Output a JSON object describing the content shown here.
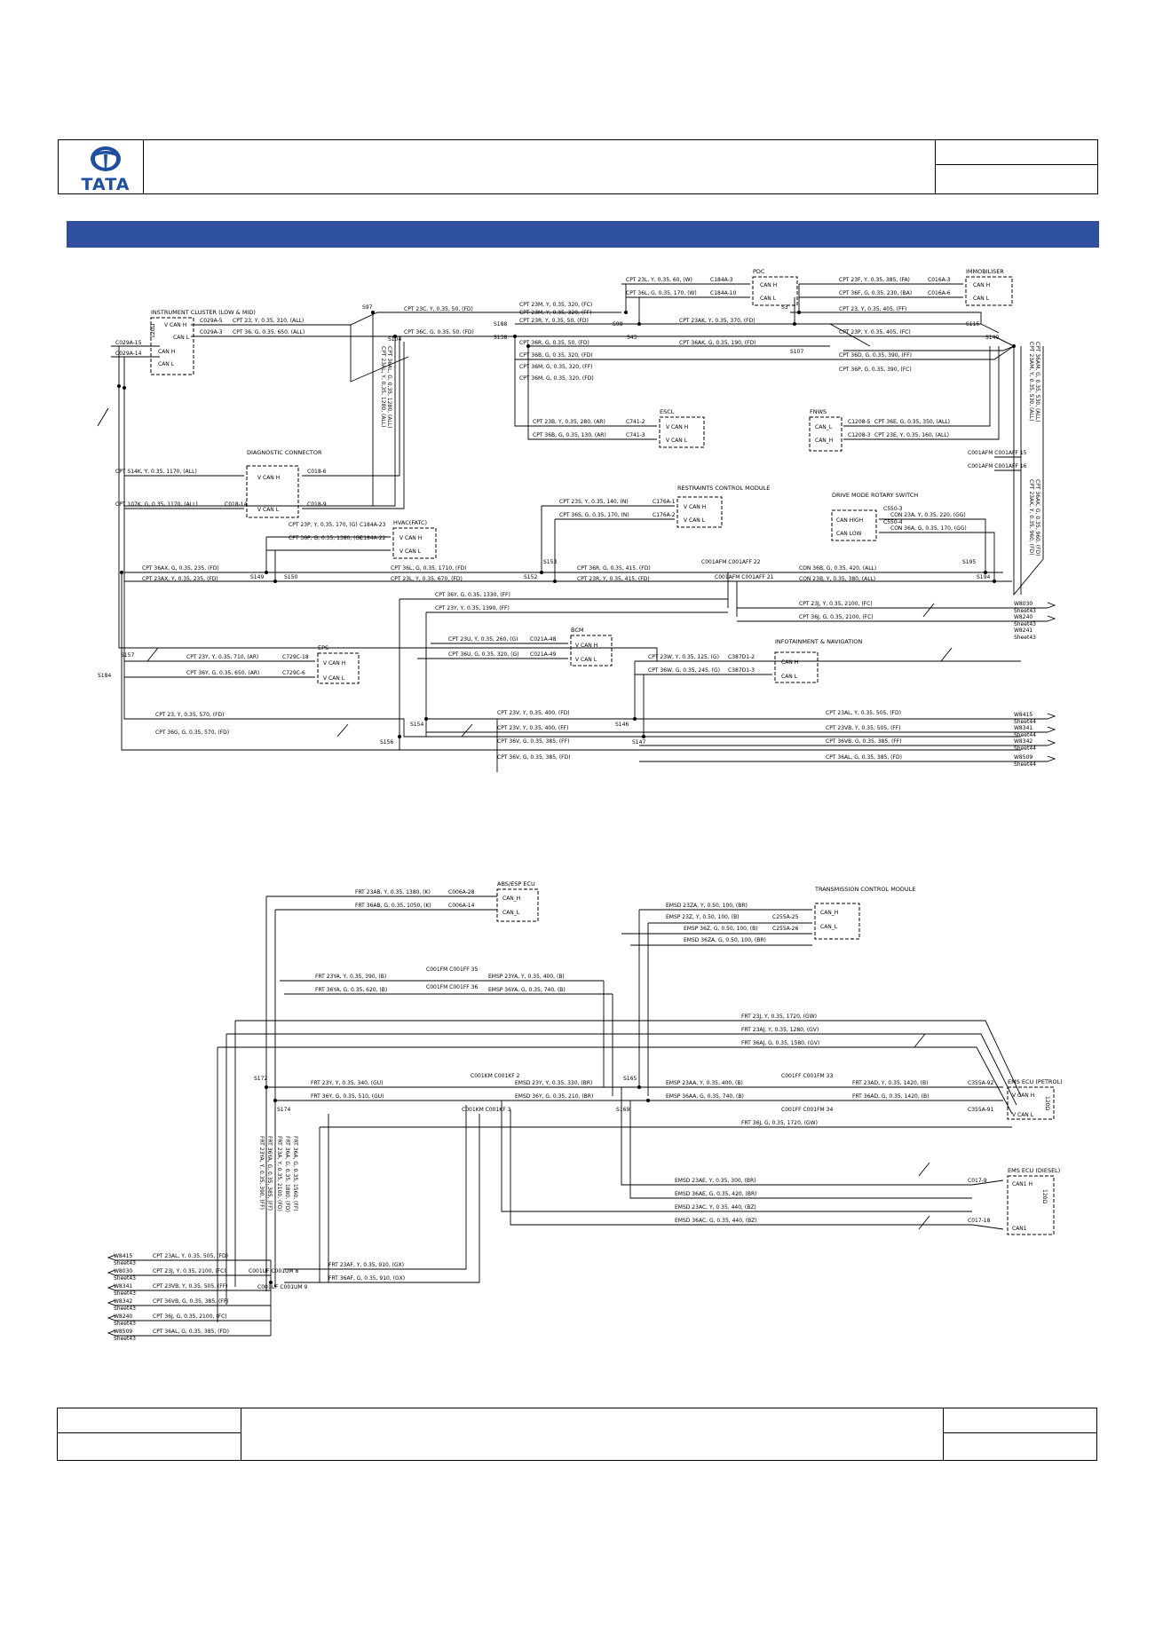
{
  "header": {
    "logo_text": "TATA",
    "colors": {
      "title_bar": "#2f4f9f",
      "logo": "#1f4fa0"
    }
  },
  "diagram_top": {
    "modules": {
      "ic": {
        "title": "INSTRUMENT CLUSTER (LOW & MID)",
        "pins": [
          "V CAN H",
          "CAN L",
          "CAN H",
          "CAN L"
        ],
        "res": "120Ω"
      },
      "diag": {
        "title": "DIAGNOSTIC CONNECTOR",
        "pins": [
          "V CAN H",
          "V CAN L"
        ]
      },
      "pdc": {
        "title": "PDC",
        "pins": [
          "CAN H",
          "CAN L"
        ]
      },
      "immob": {
        "title": "IMMOBILISER",
        "pins": [
          "CAN H",
          "CAN L"
        ]
      },
      "escl": {
        "title": "ESCL",
        "pins": [
          "V CAN H",
          "V CAN L"
        ]
      },
      "fnws": {
        "title": "FNWS",
        "pins": [
          "CAN_L",
          "CAN_H"
        ]
      },
      "hvac": {
        "title": "HVAC(FATC)",
        "pins": [
          "V CAN H",
          "V CAN L"
        ]
      },
      "rcm": {
        "title": "RESTRAINTS CONTROL MODULE",
        "pins": [
          "V CAN H",
          "V CAN L"
        ]
      },
      "dms": {
        "title": "DRIVE MODE ROTARY SWITCH",
        "pins": [
          "CAN HIGH",
          "CAN LOW"
        ]
      },
      "eps": {
        "title": "EPS",
        "pins": [
          "V CAN H",
          "V CAN L"
        ]
      },
      "bcm": {
        "title": "BCM",
        "pins": [
          "V CAN H",
          "V CAN L"
        ]
      },
      "info": {
        "title": "INFOTAINMENT & NAVIGATION",
        "pins": [
          "CAN H",
          "CAN L"
        ]
      }
    },
    "wires": [
      "CPT 23, Y, 0.35, 310, (ALL)",
      "CPT 36, G, 0.35, 650, (ALL)",
      "CPT 23C, Y, 0.35, 50, (FD)",
      "CPT 36C, G, 0.35, 50, (FD)",
      "CPT 23L, Y, 0.35, 60, (W)",
      "CPT 36L, G, 0.35, 170, (W)",
      "CPT 23M, Y, 0.35, 320, (FC)",
      "CPT 23M, Y, 0.35, 320, (FF)",
      "CPT 23R, Y, 0.35, 50, (FD)",
      "CPT 36R, G, 0.35, 50, (FD)",
      "CPT 23AK, Y, 0.35, 370, (FD)",
      "CPT 36AK, G, 0.35, 190, (FD)",
      "CPT 36B, G, 0.35, 320, (FD)",
      "CPT 36M, G, 0.35, 320, (FF)",
      "CPT 36M, G, 0.35, 320, (FD)",
      "CPT 23F, Y, 0.35, 385, (FA)",
      "CPT 36F, G, 0.35, 230, (BA)",
      "CPT 23, Y, 0.35, 405, (FF)",
      "CPT 23P, Y, 0.35, 405, (FC)",
      "CPT 36D, G, 0.35, 390, (FF)",
      "CPT 36P, G, 0.35, 390, (FC)",
      "CPT 23B, Y, 0.35, 280, (AR)",
      "CPT 36B, G, 0.35, 130, (AR)",
      "CPT 36E, G, 0.35, 350, (ALL)",
      "CPT 23E, Y, 0.35, 160, (ALL)",
      "CPT S14K, Y, 0.35, 1170, (ALL)",
      "CPT 107K, G, 0.35, 1170, (ALL)",
      "CPT 23S, Y, 0.35, 140, (N)",
      "CPT 36S, G, 0.35, 170, (N)",
      "CPT 23P, Y, 0.35, 170, (G)",
      "CPT 36P, G, 0.35, 1380, (G)",
      "CON 23A, Y, 0.35, 220, (GG)",
      "CON 36A, G, 0.35, 170, (GG)",
      "CPT 36AX, G, 0.35, 235, (FD)",
      "CPT 36L, G, 0.35, 1710, (FD)",
      "CPT 36R, G, 0.35, 415, (FD)",
      "CON 36B, G, 0.35, 420, (ALL)",
      "CPT 23AX, Y, 0.35, 235, (FD)",
      "CPT 23L, Y, 0.35, 670, (FD)",
      "CPT 23R, Y, 0.35, 415, (FD)",
      "CON 23B, Y, 0.35, 380, (ALL)",
      "CPT 23J, Y, 0.35, 2100, (FC)",
      "CPT 36J, G, 0.35, 2100, (FC)",
      "CPT 36Y, G, 0.35, 1330, (FF)",
      "CPT 23Y, Y, 0.35, 1390, (FF)",
      "CPT 23Y, Y, 0.35, 710, (AR)",
      "CPT 36Y, G, 0.35, 650, (AR)",
      "CPT 23U, Y, 0.35, 260, (G)",
      "CPT 36U, G, 0.35, 320, (G)",
      "CPT 23W, Y, 0.35, 125, (G)",
      "CPT 36W, G, 0.35, 245, (G)",
      "CPT 23, Y, 0.35, 570, (FD)",
      "CPT 36G, G, 0.35, 570, (FD)",
      "CPT 23V, Y, 0.35, 400, (FD)",
      "CPT 23V, Y, 0.35, 400, (FF)",
      "CPT 36V, G, 0.35, 385, (FF)",
      "CPT 36V, G, 0.35, 385, (FD)",
      "CPT 23AL, Y, 0.35, 505, (FD)",
      "CPT 23VB, Y, 0.35, 505, (FF)",
      "CPT 36VB, G, 0.35, 385, (FF)",
      "CPT 36AL, G, 0.35, 385, (FD)",
      "CPT 23AL, Y, 0.35, 1280, (ALL)",
      "CPT 36AL, G, 0.35, 1280, (ALL)",
      "CPT 23AM, Y, 0.35, 530, (ALL)",
      "CPT 36AM, G, 0.35, 530, (ALL)",
      "CPT 23AK, Y, 0.35, 960, (FD)",
      "CPT 36AK, G, 0.35, 960, (FD)"
    ],
    "splices": [
      "S97",
      "S104",
      "S188",
      "S138",
      "S98",
      "S43",
      "S3",
      "S107",
      "S115",
      "S140",
      "S149",
      "S150",
      "S153",
      "S152",
      "S195",
      "S194",
      "S157",
      "S184",
      "S154",
      "S156",
      "S146",
      "S147"
    ],
    "connectors": [
      "C029A-15",
      "C029A-14",
      "C029A-5",
      "C029A-3",
      "C018-6",
      "C018-14",
      "C018-9",
      "C184A-3",
      "C184A-10",
      "C016A-3",
      "C016A-6",
      "C741-2",
      "C741-3",
      "C1208-5",
      "C1208-3",
      "C001AFM C001AFF 15",
      "C001AFM C001AFF 16",
      "C184A-23",
      "C184A-22",
      "C176A-1",
      "C176A-2",
      "C550-3",
      "C550-4",
      "C001AFM C001AFF 22",
      "C001AFM C001AFF 21",
      "C729C-18",
      "C729C-6",
      "C021A-48",
      "C021A-49",
      "C387D1-2",
      "C387D1-3"
    ],
    "refs": [
      {
        "id": "W8030",
        "sheet": "Sheet43"
      },
      {
        "id": "W8240",
        "sheet": "Sheet43"
      },
      {
        "id": "W8241",
        "sheet": "Sheet43"
      },
      {
        "id": "W8415",
        "sheet": "Sheet44"
      },
      {
        "id": "W8341",
        "sheet": "Sheet44"
      },
      {
        "id": "W8342",
        "sheet": "Sheet44"
      },
      {
        "id": "W8509",
        "sheet": "Sheet44"
      }
    ]
  },
  "diagram_bottom": {
    "modules": {
      "abs": {
        "title": "ABS/ESP ECU",
        "pins": [
          "CAN_H",
          "CAN_L"
        ]
      },
      "tcm": {
        "title": "TRANSMISSION CONTROL MODULE",
        "pins": [
          "CAN_H",
          "CAN_L"
        ]
      },
      "ems_p": {
        "title": "EMS ECU (PETROL)",
        "pins": [
          "V CAN H",
          "V CAN L"
        ],
        "res": "120Ω"
      },
      "ems_d": {
        "title": "EMS ECU (DIESEL)",
        "pins": [
          "CAN1 H",
          "CAN1"
        ],
        "res": "120Ω"
      }
    },
    "wires": [
      "FRT 23AB, Y, 0.35, 1380, (K)",
      "FRT 36AB, G, 0.35, 1050, (K)",
      "EMSD 23ZA, Y, 0.50, 100, (BR)",
      "EMSP 23Z, Y, 0.50, 100, (B)",
      "EMSP 36Z, G, 0.50, 100, (B)",
      "EMSD 36ZA, G, 0.50, 100, (BR)",
      "FRT 23YA, Y, 0.35, 390, (B)",
      "EMSP 23YA, Y, 0.35, 400, (B)",
      "FRT 36YA, G, 0.35, 620, (B)",
      "EMSP 36YA, G, 0.35, 740, (B)",
      "FRT 23J, Y, 0.35, 1720, (GW)",
      "FRT 23AJ, Y, 0.35, 1280, (GV)",
      "FRT 36AJ, G, 0.35, 1580, (GV)",
      "FRT 23Y, Y, 0.35, 340, (GU)",
      "EMSD 23Y, Y, 0.35, 330, (BR)",
      "EMSP 23AA, Y, 0.35, 400, (B)",
      "FRT 23AD, Y, 0.35, 1420, (B)",
      "FRT 36Y, G, 0.35, 510, (GU)",
      "EMSD 36Y, G, 0.35, 210, (BR)",
      "EMSP 36AA, G, 0.35, 740, (B)",
      "FRT 36AD, G, 0.35, 1420, (B)",
      "FRT 36J, G, 0.35, 1720, (GW)",
      "EMSD 23AE, Y, 0.35, 300, (BR)",
      "EMSD 36AE, G, 0.35, 420, (BR)",
      "EMSD 23AC, Y, 0.35, 440, (BZ)",
      "EMSD 36AC, G, 0.35, 440, (BZ)",
      "CPT 23AL, Y, 0.35, 505, (FD)",
      "CPT 23J, Y, 0.35, 2100, (FC)",
      "CPT 23VB, Y, 0.35, 505, (FF)",
      "CPT 36VB, G, 0.35, 385, (FF)",
      "CPT 36J, G, 0.35, 2100, (FC)",
      "CPT 36AL, G, 0.35, 385, (FD)",
      "FRT 23AF, Y, 0.35, 910, (GX)",
      "FRT 36AF, G, 0.35, 910, (GX)",
      "FRT 23YA, Y, 0.35, 390, (FF)",
      "FRT 36YA, G, 0.35, 385, (FF)",
      "FRT 23A, Y, 0.35, 2100, (FD)",
      "FRT 36A, G, 0.35, 1880, (FD)",
      "FRT 36A, G, 0.35, 1560, (FF)"
    ],
    "splices": [
      "S172",
      "S174",
      "S165",
      "S169"
    ],
    "connectors": [
      "C006A-28",
      "C006A-14",
      "C255A-25",
      "C255A-26",
      "C001FM C001FF 35",
      "C001FM C001FF 36",
      "C001KM C001KF 2",
      "C001KM C001KF 3",
      "C001FF C001FM 33",
      "C001FF C001FM 34",
      "C355A-92",
      "C355A-91",
      "C017-9",
      "C017-18",
      "C001UF C001UM 8",
      "C001UF C001UM 9"
    ],
    "refs": [
      {
        "id": "W8415",
        "sheet": "Sheet43"
      },
      {
        "id": "W8030",
        "sheet": "Sheet43"
      },
      {
        "id": "W8341",
        "sheet": "Sheet43"
      },
      {
        "id": "W8342",
        "sheet": "Sheet43"
      },
      {
        "id": "W8240",
        "sheet": "Sheet43"
      },
      {
        "id": "W8509",
        "sheet": "Sheet43"
      }
    ]
  }
}
